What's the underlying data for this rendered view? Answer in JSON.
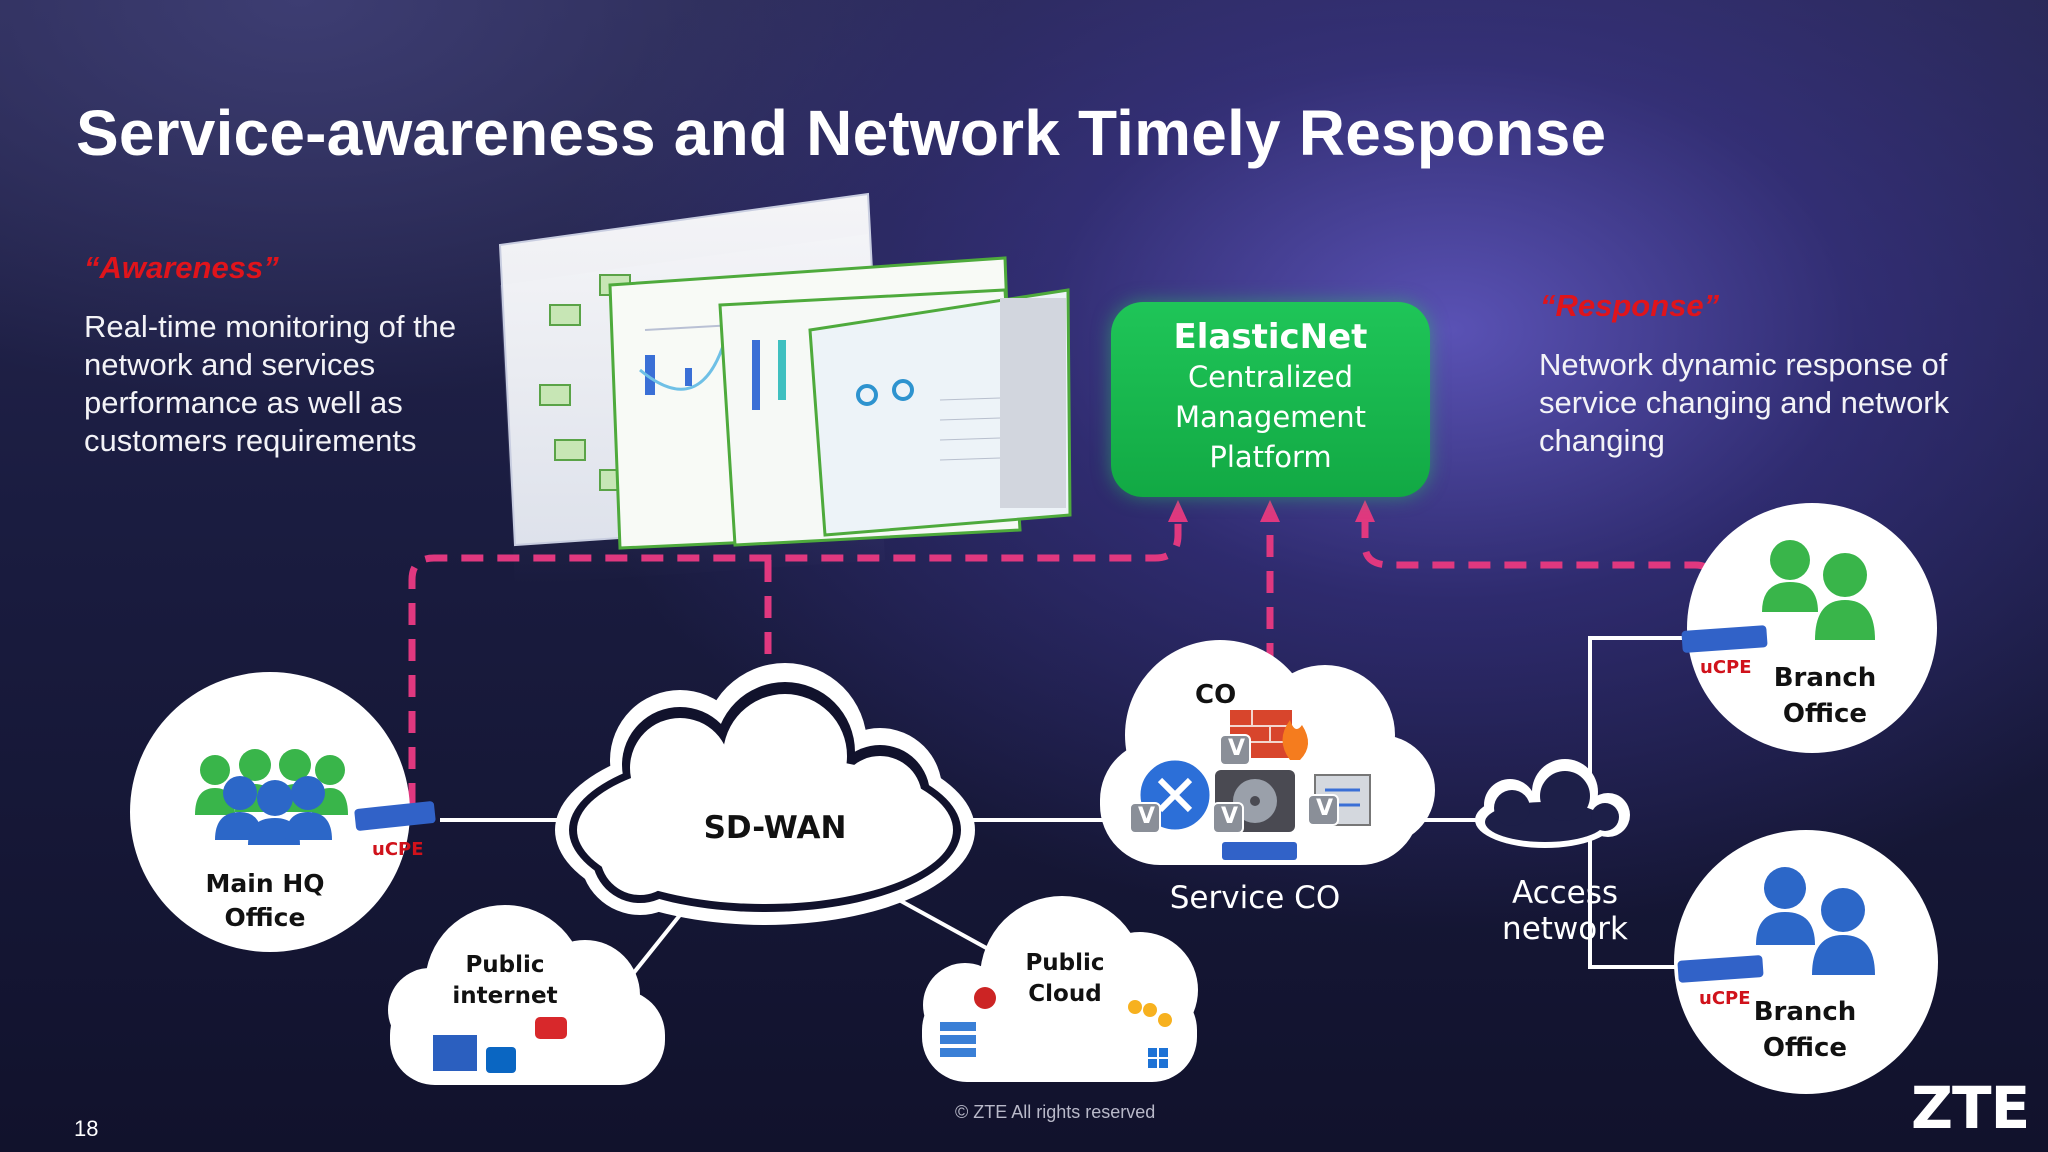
{
  "slide": {
    "title": "Service-awareness and Network Timely Response",
    "page_number": "18",
    "copyright": "© ZTE All rights reserved",
    "brand": "ZTE"
  },
  "awareness": {
    "tag": "“Awareness”",
    "text": "Real-time monitoring of the network and services performance  as well as customers requirements"
  },
  "response": {
    "tag": "“Response”",
    "text": "Network dynamic response of service changing and network changing"
  },
  "platform": {
    "name": "ElasticNet",
    "lines": [
      "Centralized",
      "Management",
      "Platform"
    ]
  },
  "nodes": {
    "main_hq": [
      "Main HQ",
      "Office"
    ],
    "branch_office_1": [
      "Branch",
      "Office"
    ],
    "branch_office_2": [
      "Branch",
      "Office"
    ],
    "sd_wan": "SD-WAN",
    "co": "CO",
    "service_co": "Service CO",
    "access_network": [
      "Access",
      "network"
    ],
    "public_internet": [
      "Public",
      "internet"
    ],
    "public_cloud": [
      "Public",
      "Cloud"
    ],
    "ucpe": "uCPE",
    "vnf_badge": "V"
  },
  "colors": {
    "accent_red": "#e0141b",
    "platform_green": "#17b54c",
    "dashed_link": "#e0387f",
    "icon_blue": "#2c67c8",
    "icon_green": "#39b54a"
  },
  "icons": [
    "firewall-icon",
    "router-icon",
    "storage-icon",
    "server-icon",
    "ucpe-device-icon",
    "user-group-icon",
    "monitor-screenshot-icon"
  ]
}
